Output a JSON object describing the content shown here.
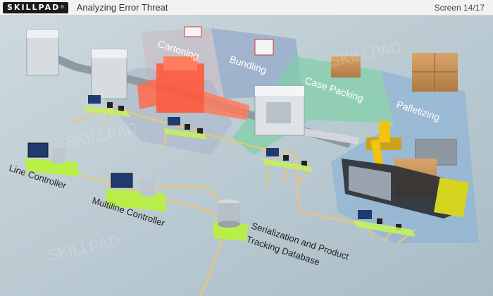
{
  "header": {
    "logo_text": "SKILLPAD",
    "logo_mark": "®",
    "lesson_title": "Analyzing Error Threat",
    "screen_counter": "Screen 14/17"
  },
  "scene": {
    "zones": {
      "cartoning": "Cartoning",
      "bundling": "Bundling",
      "case_packing": "Case Packing",
      "palletizing": "Palletizing"
    },
    "labels": {
      "line_controller": "Line Controller",
      "multiline_controller": "Multiline Controller",
      "database_line1": "Serialization and Product",
      "database_line2": "Tracking Database"
    },
    "watermark": "SKILLPAD",
    "colors": {
      "network_line": "#f3c56a",
      "device_base": "#b8f23a",
      "error_zone": "#ff5a3c",
      "cartoning_zone": "#c8b8c0",
      "bundling_zone": "#8fa4c8",
      "case_packing_zone": "#7fd0a8",
      "palletizing_zone": "#8fb4d6"
    }
  }
}
